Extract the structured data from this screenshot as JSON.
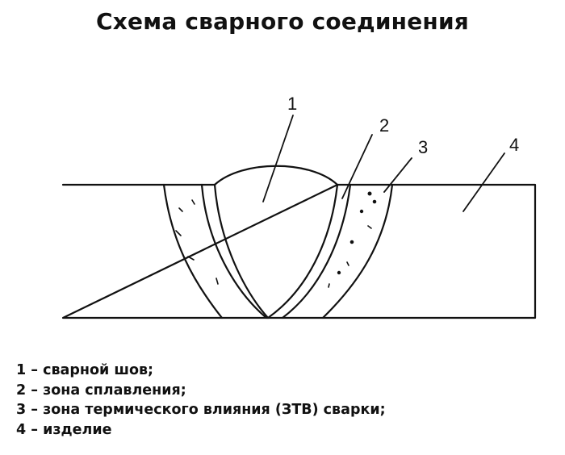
{
  "title": "Схема сварного соединения",
  "diagram": {
    "callouts": [
      {
        "id": "1",
        "text": "1"
      },
      {
        "id": "2",
        "text": "2"
      },
      {
        "id": "3",
        "text": "3"
      },
      {
        "id": "4",
        "text": "4"
      }
    ]
  },
  "legend": [
    "1 – сварной шов;",
    "2 – зона сплавления;",
    "3 – зона термического влияния (ЗТВ) сварки;",
    "4 – изделие"
  ]
}
